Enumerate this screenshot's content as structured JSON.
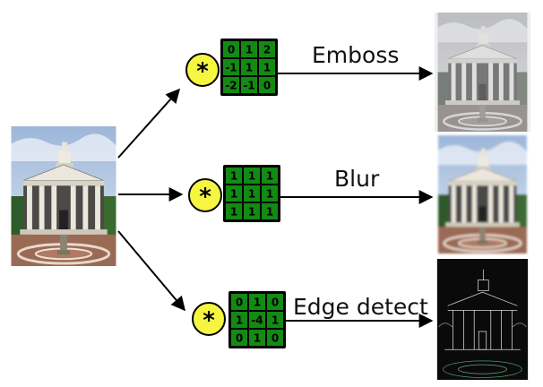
{
  "operator_symbol": "*",
  "colors": {
    "operator_fill": "#f5f542",
    "kernel_fill": "#138a13",
    "kernel_stroke": "#000000",
    "arrow": "#000000"
  },
  "source_image": {
    "icon": "building-photo",
    "style": "original"
  },
  "filters": [
    {
      "label": "Emboss",
      "kernel": [
        [
          "0",
          "1",
          "2"
        ],
        [
          "-1",
          "1",
          "1"
        ],
        [
          "-2",
          "-1",
          "0"
        ]
      ],
      "result_style": "emboss"
    },
    {
      "label": "Blur",
      "kernel": [
        [
          "1",
          "1",
          "1"
        ],
        [
          "1",
          "1",
          "1"
        ],
        [
          "1",
          "1",
          "1"
        ]
      ],
      "result_style": "blur"
    },
    {
      "label": "Edge detect",
      "kernel": [
        [
          "0",
          "1",
          "0"
        ],
        [
          "1",
          "-4",
          "1"
        ],
        [
          "0",
          "1",
          "0"
        ]
      ],
      "result_style": "edge"
    }
  ]
}
